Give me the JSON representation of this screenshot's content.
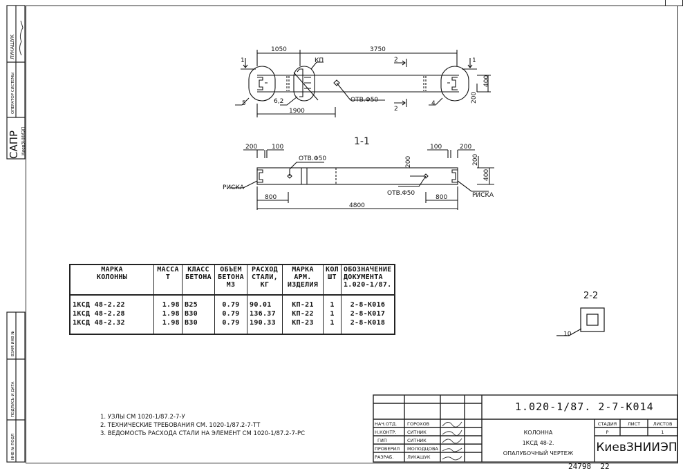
{
  "side_strip": {
    "system": "САПР",
    "organization": "КиевЗНИИЭП",
    "operator_label": "ОПЕРАТОР СИСТЕМЫ",
    "operator_name": "ЛУКАШУК",
    "bottom_fields": [
      "ИНВ № ПОДЛ",
      "ПОДПИСЬ И ДАТА",
      "ВЗАМ ИНВ №"
    ]
  },
  "plan_view": {
    "dims": [
      "1050",
      "3750",
      "1900",
      "400",
      "200"
    ],
    "labels": {
      "kp": "КП",
      "hole": "ОТВ.Φ50",
      "pos5": "5",
      "pos62": "6,2",
      "pos4": "4",
      "cut1": "1",
      "cut2": "2"
    }
  },
  "section_1_1": {
    "title": "1-1",
    "dims": [
      "200",
      "100",
      "100",
      "200",
      "800",
      "800",
      "4800",
      "200",
      "200",
      "400"
    ],
    "hole": "ОТВ.Φ50",
    "mark": "РИСКА"
  },
  "section_2_2": {
    "title": "2-2",
    "pos": "10"
  },
  "spec_table": {
    "headers": [
      "МАРКА\nКОЛОННЫ",
      "МАССА\nТ",
      "КЛАСС\nБЕТОНА",
      "ОБЪЕМ\nБЕТОНА\nМ3",
      "РАСХОД\nСТАЛИ,\nКГ",
      "МАРКА\nАРМ.\nИЗДЕЛИЯ",
      "КОЛ\nШТ",
      "ОБОЗНАЧЕНИЕ\nДОКУМЕНТА\n1.020-1/87."
    ],
    "rows": [
      [
        "1КСД 48-2.22",
        "1.98",
        "В25",
        "0.79",
        "90.01",
        "КП-21",
        "1",
        "2-8-К016"
      ],
      [
        "1КСД 48-2.28",
        "1.98",
        "В30",
        "0.79",
        "136.37",
        "КП-22",
        "1",
        "2-8-К017"
      ],
      [
        "1КСД 48-2.32",
        "1.98",
        "В30",
        "0.79",
        "190.33",
        "КП-23",
        "1",
        "2-8-К018"
      ]
    ]
  },
  "notes": [
    "1. УЗЛЫ СМ 1020-1/87.2-7-У",
    "2. ТЕХНИЧЕСКИЕ ТРЕБОВАНИЯ СМ. 1020-1/87.2-7-ТТ",
    "3. ВЕДОМОСТЬ РАСХОДА СТАЛИ НА ЭЛЕМЕНТ СМ 1020-1/87.2-7-РС"
  ],
  "title_block": {
    "code": "1.020-1/87. 2-7-К014",
    "roles": [
      {
        "role": "НАЧ.ОТД.",
        "name": "ГОРОХОВ"
      },
      {
        "role": "Н.КОНТР.",
        "name": "СИТНИК"
      },
      {
        "role": "ГИП",
        "name": "СИТНИК"
      },
      {
        "role": "ПРОВЕРИЛ",
        "name": "МОЛОДЦОВА"
      },
      {
        "role": "РАЗРАБ.",
        "name": "ЛУКАШУК"
      }
    ],
    "name_lines": [
      "КОЛОННА",
      "1КСД 48-2.",
      "ОПАЛУБОЧНЫЙ ЧЕРТЕЖ"
    ],
    "stage_label": "СТАДИЯ",
    "sheet_label": "ЛИСТ",
    "sheets_label": "ЛИСТОВ",
    "stage": "Р",
    "sheet": "",
    "sheets": "1",
    "org": "КиевЗНИИЭП"
  },
  "stamp_number": "24798  22"
}
